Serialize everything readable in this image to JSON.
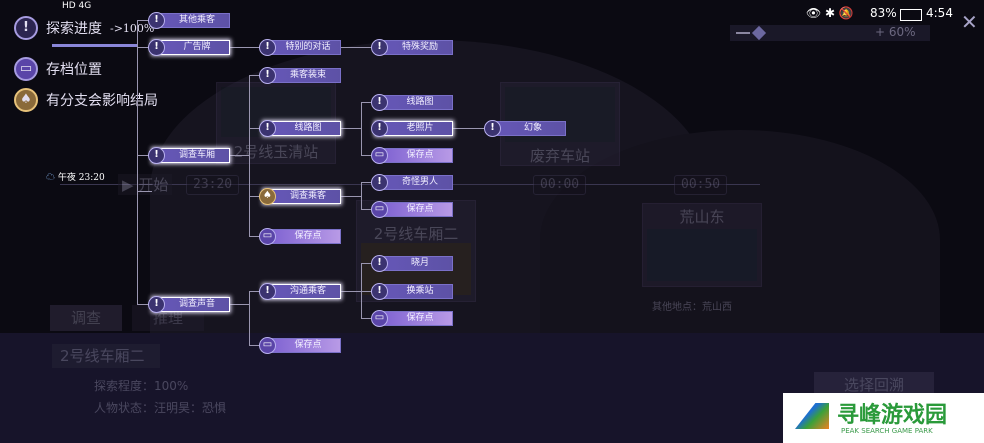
{
  "status_bar": {
    "left_icons": "HD 4G",
    "battery": "83%",
    "time": "4:54"
  },
  "legend": [
    {
      "icon": "exclamation-icon",
      "label": "探索进度",
      "value": "->100%"
    },
    {
      "icon": "save-folder-icon",
      "label": "存档位置"
    },
    {
      "icon": "branch-ending-icon",
      "label": "有分支会影响结局"
    }
  ],
  "zoom_control": {
    "value_label": "60%",
    "level": 0.6
  },
  "start": {
    "weather_label": "午夜",
    "time": "23:20",
    "start_label": "开始"
  },
  "nodes": [
    {
      "label": "其他乘客",
      "type": "event"
    },
    {
      "label": "广告牌",
      "type": "event"
    },
    {
      "label": "调查车厢",
      "type": "event"
    },
    {
      "label": "调查声音",
      "type": "event"
    },
    {
      "label": "特别的对话",
      "type": "event"
    },
    {
      "label": "乘客装束",
      "type": "event"
    },
    {
      "label": "线路图",
      "type": "event"
    },
    {
      "label": "调查乘客",
      "type": "branch"
    },
    {
      "label": "保存点",
      "type": "save"
    },
    {
      "label": "沟通乘客",
      "type": "event"
    },
    {
      "label": "保存点",
      "type": "save"
    },
    {
      "label": "特殊奖励",
      "type": "event"
    },
    {
      "label": "线路图",
      "type": "event"
    },
    {
      "label": "老照片",
      "type": "event"
    },
    {
      "label": "保存点",
      "type": "save"
    },
    {
      "label": "奇怪男人",
      "type": "event"
    },
    {
      "label": "保存点",
      "type": "save"
    },
    {
      "label": "晓月",
      "type": "event"
    },
    {
      "label": "换乘站",
      "type": "event"
    },
    {
      "label": "保存点",
      "type": "save"
    },
    {
      "label": "幻象",
      "type": "event"
    }
  ],
  "background": {
    "locations": [
      "2号线玉清站",
      "2号线车厢二",
      "废弃车站",
      "荒山东"
    ],
    "times": [
      "23:20",
      "00:00",
      "00:50"
    ],
    "other_location": "其他地点：荒山西",
    "tabs": [
      "调查",
      "推理"
    ],
    "current_location": "2号线车厢二",
    "progress": "探索程度：100%",
    "character_status": "人物状态：汪明昊：恐惧",
    "rewind_button": "选择回溯"
  },
  "watermark": {
    "title": "寻峰游戏园",
    "subtitle": "PEAK SEARCH GAME PARK"
  },
  "colors": {
    "node": "#6657b8",
    "save_node": "#b89ae6",
    "background": "#0b0a12"
  }
}
